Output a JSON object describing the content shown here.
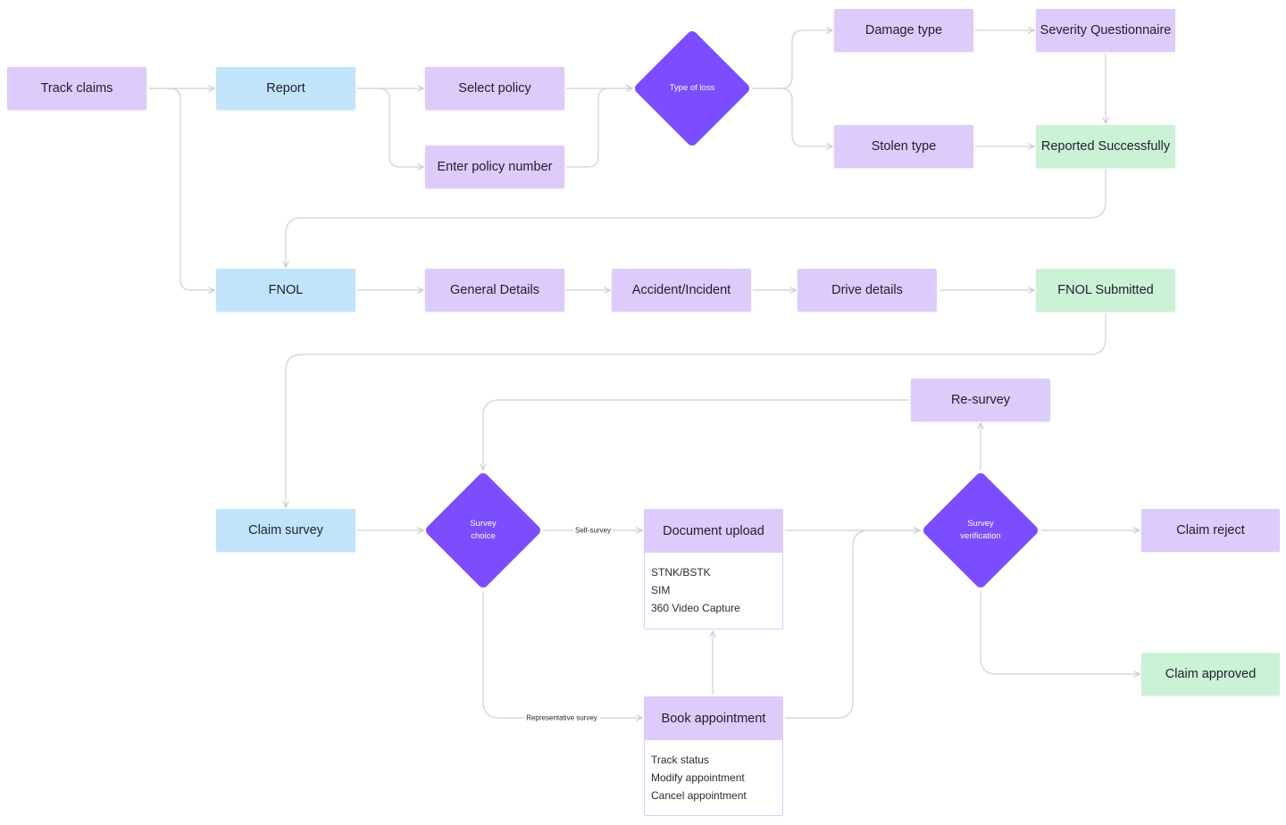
{
  "colors": {
    "process": "#dccbfb",
    "entry": "#c2e4fb",
    "success": "#ccf2d6",
    "decision": "#7b4dff",
    "connector": "#cfcfd6"
  },
  "nodes": {
    "track_claims": "Track claims",
    "report": "Report",
    "select_policy": "Select policy",
    "enter_policy_number": "Enter policy number",
    "type_of_loss": "Type of loss",
    "damage_type": "Damage type",
    "severity_questionnaire": "Severity Questionnaire",
    "stolen_type": "Stolen type",
    "reported_successfully": "Reported Successfully",
    "fnol": "FNOL",
    "general_details": "General Details",
    "accident_incident": "Accident/Incident",
    "drive_details": "Drive details",
    "fnol_submitted": "FNOL Submitted",
    "claim_survey": "Claim survey",
    "survey_choice": "Survey\nchoice",
    "document_upload": {
      "title": "Document upload",
      "items": [
        "STNK/BSTK",
        "SIM",
        "360 Video Capture"
      ]
    },
    "book_appointment": {
      "title": "Book appointment",
      "items": [
        "Track status",
        "Modify appointment",
        "Cancel appointment"
      ]
    },
    "re_survey": "Re-survey",
    "survey_verification": "Survey\nverification",
    "claim_reject": "Claim reject",
    "claim_approved": "Claim approved"
  },
  "edge_labels": {
    "self_survey": "Self-survey",
    "representative_survey": "Representative survey"
  }
}
